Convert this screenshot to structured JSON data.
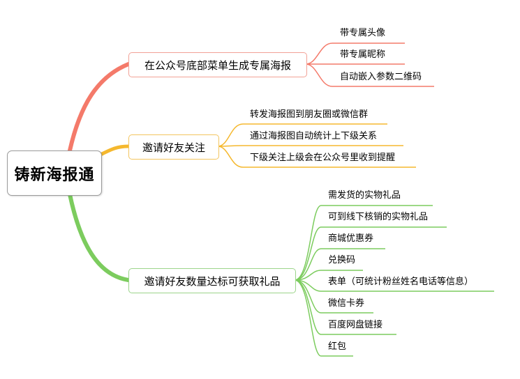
{
  "root": {
    "label": "铸新海报通"
  },
  "branches": [
    {
      "label": "在公众号底部菜单生成专属海报",
      "color": "#f47a6a",
      "leaves": [
        "带专属头像",
        "带专属昵称",
        "自动嵌入参数二维码"
      ]
    },
    {
      "label": "邀请好友关注",
      "color": "#f5b82e",
      "leaves": [
        "转发海报图到朋友圈或微信群",
        "通过海报图自动统计上下级关系",
        "下级关注上级会在公众号里收到提醒"
      ]
    },
    {
      "label": "邀请好友数量达标可获取礼品",
      "color": "#7ccc5e",
      "leaves": [
        "需发货的实物礼品",
        "可到线下核销的实物礼品",
        "商城优惠券",
        "兑换码",
        "表单（可统计粉丝姓名电话等信息）",
        "微信卡券",
        "百度网盘链接",
        "红包"
      ]
    }
  ]
}
